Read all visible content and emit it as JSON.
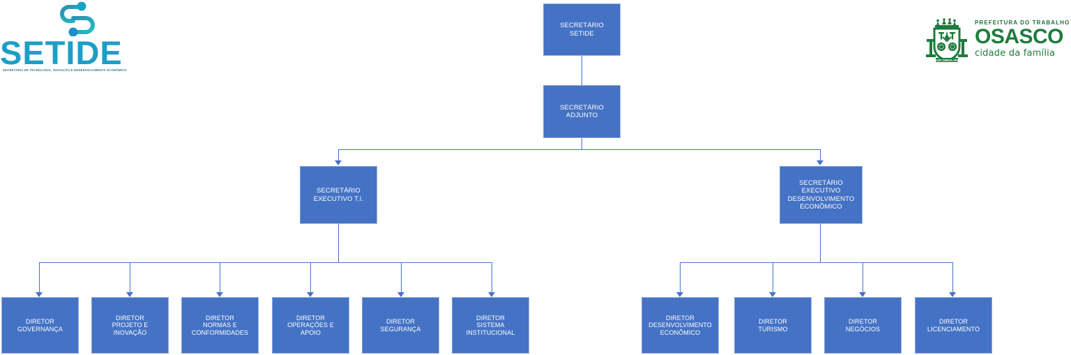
{
  "brand": {
    "setide": {
      "name": "SETIDE",
      "tagline": "SECRETARIA DE TECNOLOGIA, INOVAÇÃO E DESENVOLVIMENTO ECONÔMICO",
      "icon": "setide-s-logo-icon",
      "colors": {
        "primary": "#1FA9B8",
        "secondary": "#2E8FB0",
        "dot": "#17A5C4"
      }
    },
    "osasco": {
      "line1": "PREFEITURA DO TRABALHO",
      "line2": "OSASCO",
      "line3": "cidade da família",
      "icon": "osasco-coat-of-arms-icon",
      "colors": {
        "green": "#1E7B3C",
        "darkgreen": "#1F6B3B"
      }
    }
  },
  "chart_meta": {
    "type": "org-chart",
    "node_fill": "#4472C4",
    "node_border": "#8FAADC",
    "connector_color": "#4472C4",
    "text_color": "#FFFFFF"
  },
  "nodes": {
    "secretario_setide": {
      "label": "SECRETÁRIO\nSETIDE",
      "line1": "SECRETÁRIO",
      "line2": "SETIDE"
    },
    "secretario_adjunto": {
      "label": "SECRETÁRIO\nADJUNTO",
      "line1": "SECRETÁRIO",
      "line2": "ADJUNTO"
    },
    "sec_exec_ti": {
      "line1": "SECRETÁRIO",
      "line2": "EXECUTIVO T.I."
    },
    "sec_exec_des": {
      "line1": "SECRETÁRIO",
      "line2": "EXECUTIVO",
      "line3": "DESENVOLVIMENTO",
      "line4": "ECONÔMICO"
    }
  },
  "directors_ti": [
    {
      "name": "diretor-governanca",
      "line1": "DIRETOR",
      "line2": "GOVERNANÇA",
      "line3": ""
    },
    {
      "name": "diretor-projeto-e-inovacao",
      "line1": "DIRETOR",
      "line2": "PROJETO E",
      "line3": "INOVAÇÃO"
    },
    {
      "name": "diretor-normas-e-conformidades",
      "line1": "DIRETOR",
      "line2": "NORMAS E",
      "line3": "CONFORMIDADES"
    },
    {
      "name": "diretor-operacoes-e-apoio",
      "line1": "DIRETOR",
      "line2": "OPERAÇÕES E",
      "line3": "APOIO"
    },
    {
      "name": "diretor-seguranca",
      "line1": "DIRETOR",
      "line2": "SEGURANÇA",
      "line3": ""
    },
    {
      "name": "diretor-sistema-institucional",
      "line1": "DIRETOR",
      "line2": "SISTEMA",
      "line3": "INSTITUCIONAL"
    }
  ],
  "directors_des": [
    {
      "name": "diretor-desenvolvimento-economico",
      "line1": "DIRETOR",
      "line2": "DESENVOLVIMENTO",
      "line3": "ECONÔMICO"
    },
    {
      "name": "diretor-turismo",
      "line1": "DIRETOR",
      "line2": "TURISMO",
      "line3": ""
    },
    {
      "name": "diretor-negocios",
      "line1": "DIRETOR",
      "line2": "NEGÓCIOS",
      "line3": ""
    },
    {
      "name": "diretor-licenciamento",
      "line1": "DIRETOR",
      "line2": "LICENCIAMENTO",
      "line3": ""
    }
  ]
}
